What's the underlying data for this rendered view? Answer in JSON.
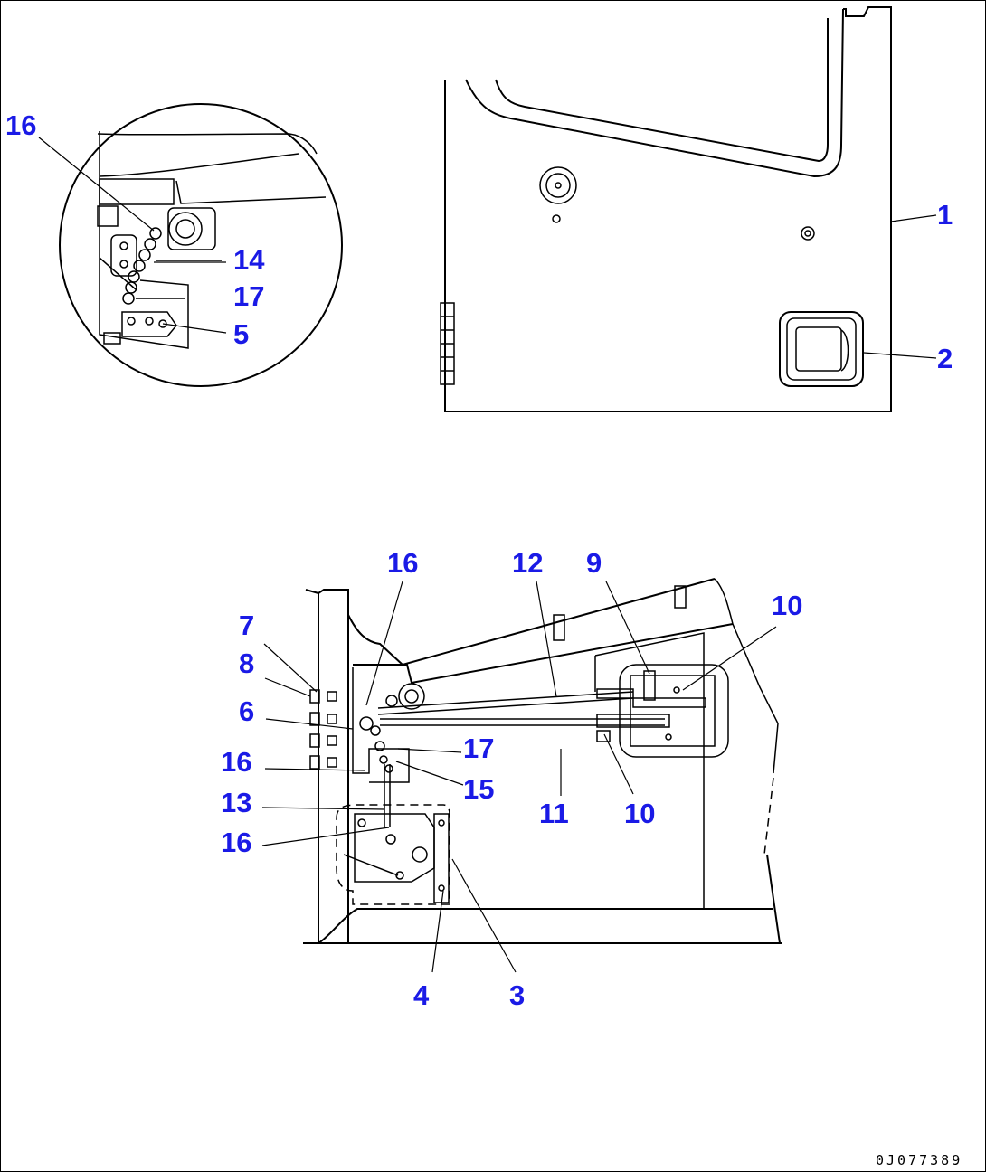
{
  "callouts": {
    "detail": {
      "n16": "16",
      "n14": "14",
      "n17": "17",
      "n5": "5"
    },
    "door": {
      "n1": "1",
      "n2": "2"
    },
    "lower": {
      "n16a": "16",
      "n12": "12",
      "n9": "9",
      "n10a": "10",
      "n7": "7",
      "n8": "8",
      "n6": "6",
      "n17": "17",
      "n16b": "16",
      "n15": "15",
      "n13": "13",
      "n11": "11",
      "n10b": "10",
      "n16c": "16",
      "n4": "4",
      "n3": "3"
    }
  },
  "drawing_code": "0J077389"
}
